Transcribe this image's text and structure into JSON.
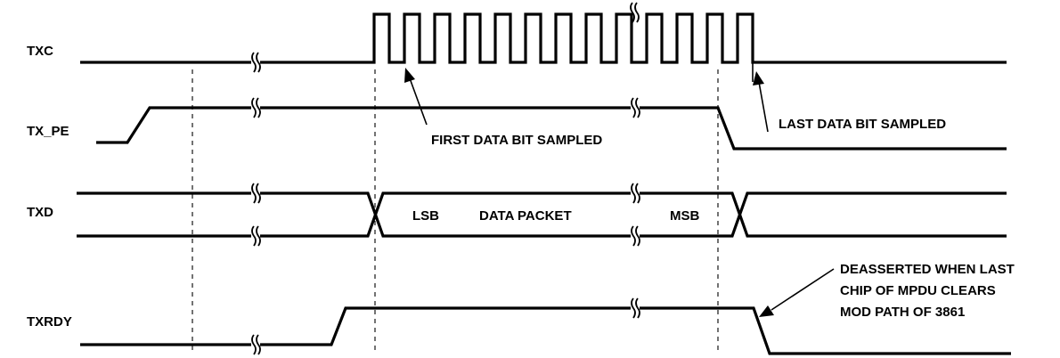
{
  "signals": {
    "txc": "TXC",
    "tx_pe": "TX_PE",
    "txd": "TXD",
    "txrdy": "TXRDY"
  },
  "annotations": {
    "first_bit": "FIRST DATA BIT SAMPLED",
    "last_bit": "LAST DATA BIT SAMPLED",
    "lsb": "LSB",
    "data_packet": "DATA PACKET",
    "msb": "MSB",
    "deasserted": [
      "DEASSERTED WHEN LAST",
      "CHIP OF MPDU CLEARS",
      "MOD PATH OF 3861"
    ]
  },
  "colors": {
    "ink": "#000000",
    "background": "#ffffff"
  }
}
